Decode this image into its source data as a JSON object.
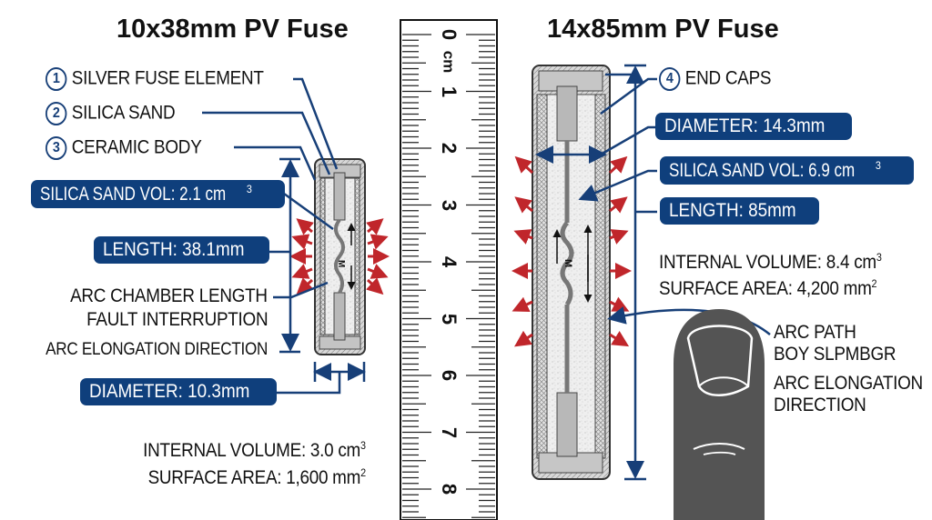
{
  "left_fuse": {
    "title": "10x38mm PV Fuse",
    "callouts": [
      {
        "num": "1",
        "label": "SILVER FUSE ELEMENT"
      },
      {
        "num": "2",
        "label": "SILICA SAND"
      },
      {
        "num": "3",
        "label": "CERAMIC BODY"
      }
    ],
    "silica_sand_vol": "SILICA SAND VOL: 2.1 cm",
    "silica_sand_vol_exp": "3",
    "length": "LENGTH: 38.1mm",
    "arc_chamber_line1": "ARC CHAMBER LENGTH",
    "arc_chamber_line2": "FAULT INTERRUPTION",
    "arc_elongation": "ARC ELONGATION DIRECTION",
    "diameter": "DIAMETER: 10.3mm",
    "internal_volume": "INTERNAL VOLUME: 3.0 cm",
    "internal_volume_exp": "3",
    "surface_area": "SURFACE AREA: 1,600 mm",
    "surface_area_exp": "2"
  },
  "ruler": {
    "unit": "cm",
    "ticks": [
      "0",
      "1",
      "2",
      "3",
      "4",
      "5",
      "6",
      "7",
      "8"
    ]
  },
  "right_fuse": {
    "title": "14x85mm PV Fuse",
    "callout": {
      "num": "4",
      "label": "END CAPS"
    },
    "diameter": "DIAMETER: 14.3mm",
    "silica_sand_vol": "SILICA SAND VOL: 6.9 cm",
    "silica_sand_vol_exp": "3",
    "length": "LENGTH: 85mm",
    "internal_volume": "INTERNAL VOLUME: 8.4 cm",
    "internal_volume_exp": "3",
    "surface_area": "SURFACE AREA: 4,200 mm",
    "surface_area_exp": "2",
    "arc_path_line1": "ARC PATH",
    "arc_path_line2": "BOY SLPMBGR",
    "arc_elongation_line1": "ARC ELONGATION",
    "arc_elongation_line2": "DIRECTION"
  },
  "colors": {
    "badge": "#0f3f7c",
    "leader": "#173f78",
    "arrow_red": "#c0262b",
    "finger": "#545454",
    "fuse_gray": "#bdbdbd"
  }
}
